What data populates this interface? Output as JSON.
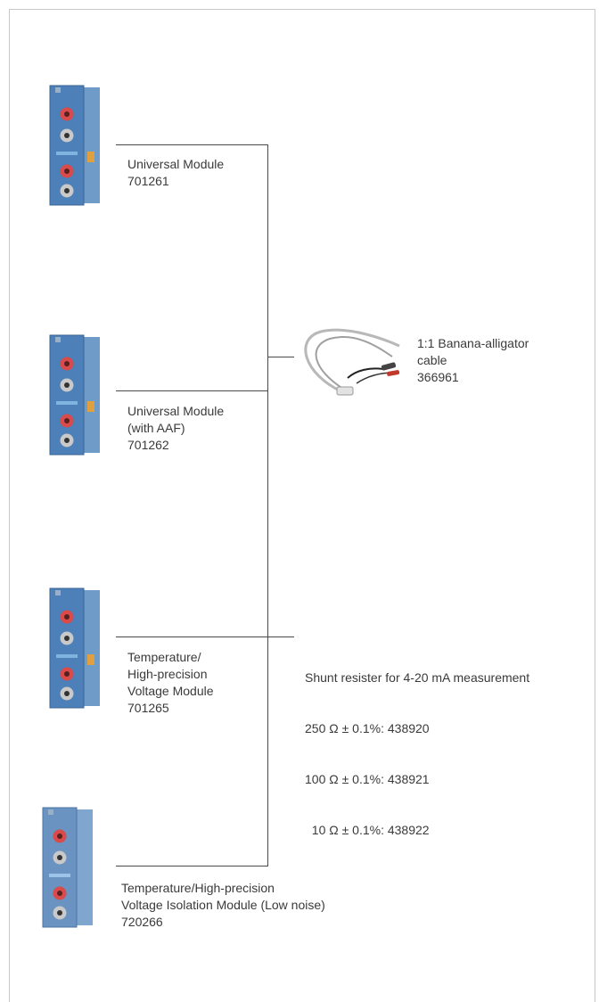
{
  "modules": [
    {
      "name": "Universal Module",
      "code": "701261"
    },
    {
      "name": "Universal Module\n(with AAF)",
      "code": "701262"
    },
    {
      "name": "Temperature/\nHigh-precision\nVoltage Module",
      "code": "701265"
    },
    {
      "name": "Temperature/High-precision\nVoltage Isolation Module (Low noise)",
      "code": "720266"
    }
  ],
  "cable": {
    "name": "1:1 Banana-alligator\ncable",
    "code": "366961"
  },
  "shunt": {
    "title": "Shunt resister for 4-20 mA measurement",
    "items": [
      "250 Ω ± 0.1%: 438920",
      "100 Ω ± 0.1%: 438921",
      "  10 Ω ± 0.1%: 438922"
    ]
  }
}
